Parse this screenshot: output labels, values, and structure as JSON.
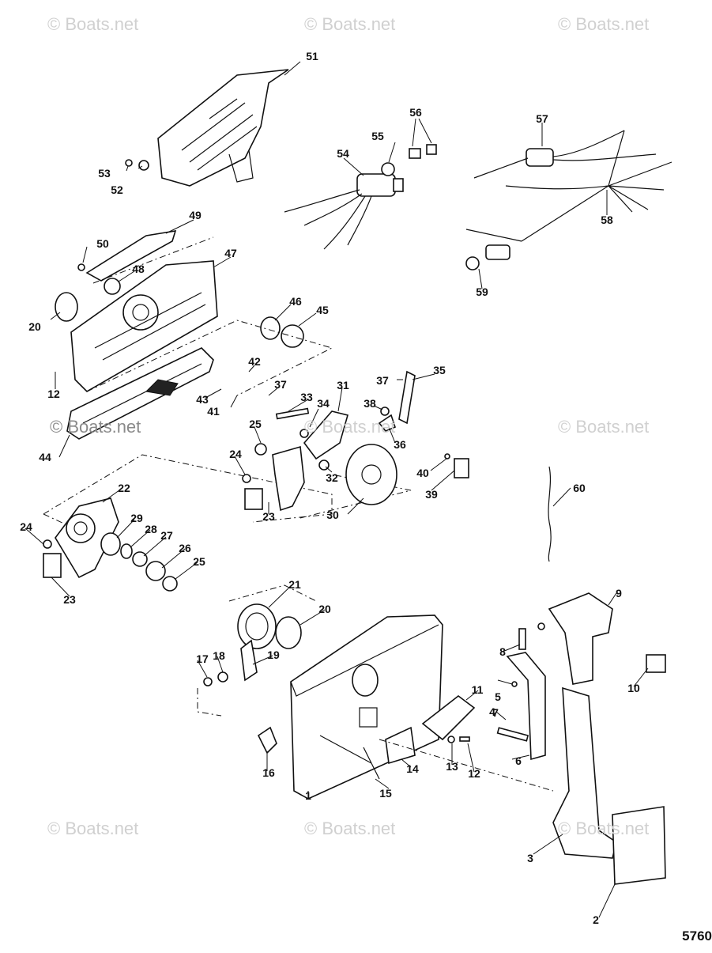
{
  "watermark": "© Boats.net",
  "drawing_code": "5760",
  "callouts": [
    "1",
    "2",
    "3",
    "4",
    "5",
    "6",
    "7",
    "8",
    "9",
    "10",
    "11",
    "12",
    "12",
    "13",
    "14",
    "15",
    "16",
    "17",
    "18",
    "19",
    "20",
    "20",
    "21",
    "22",
    "23",
    "23",
    "24",
    "24",
    "25",
    "25",
    "26",
    "27",
    "28",
    "29",
    "30",
    "31",
    "32",
    "33",
    "34",
    "35",
    "36",
    "37",
    "37",
    "38",
    "39",
    "40",
    "41",
    "42",
    "43",
    "44",
    "45",
    "46",
    "47",
    "48",
    "49",
    "50",
    "51",
    "52",
    "53",
    "54",
    "55",
    "56",
    "57",
    "58",
    "59",
    "60"
  ]
}
